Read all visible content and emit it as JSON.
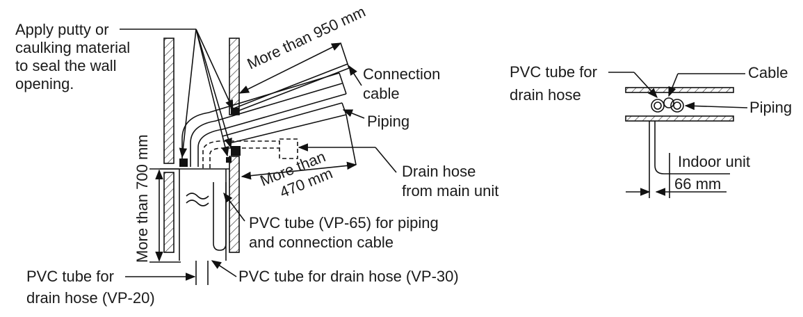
{
  "left_diagram": {
    "putty_label": [
      "Apply putty or",
      "caulking material",
      "to seal the wall",
      "opening."
    ],
    "dim_950": "More than 950 mm",
    "connection_cable": [
      "Connection",
      "cable"
    ],
    "piping": "Piping",
    "dim_470": [
      "More than",
      "470 mm"
    ],
    "drain_hose_main": [
      "Drain hose",
      "from main unit"
    ],
    "dim_700": "More than 700 mm",
    "pvc_vp65": [
      "PVC tube (VP-65) for piping",
      "and connection cable"
    ],
    "pvc_vp30": "PVC tube for drain hose (VP-30)",
    "pvc_vp20": [
      "PVC tube for",
      "drain hose (VP-20)"
    ]
  },
  "right_diagram": {
    "pvc_drain": [
      "PVC tube for",
      "drain hose"
    ],
    "cable": "Cable",
    "piping": "Piping",
    "indoor_unit": "Indoor unit",
    "dim_66": "66 mm"
  }
}
